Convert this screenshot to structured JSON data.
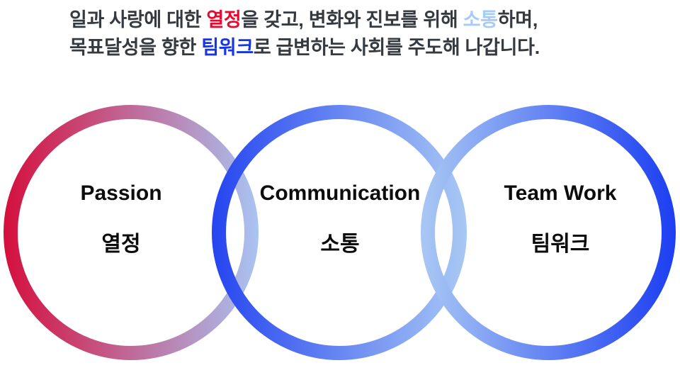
{
  "intro": {
    "line1": [
      "일과 사랑에 대한 ",
      "열정",
      "을 갖고, 변화와 진보를 위해 ",
      "소통",
      "하며,"
    ],
    "line2": [
      "목표달성을 향한 ",
      "팀워크",
      "로 급변하는 사회를 주도해 나갑니다."
    ]
  },
  "circles": [
    {
      "id": "passion",
      "title_en": "Passion",
      "title_ko": "열정"
    },
    {
      "id": "communication",
      "title_en": "Communication",
      "title_ko": "소통"
    },
    {
      "id": "teamwork",
      "title_en": "Team Work",
      "title_ko": "팀워크"
    }
  ],
  "colors": {
    "body_text": "#343a40",
    "passion_keyword": "#e60a2e",
    "communication_keyword": "#a6cbf6",
    "teamwork_keyword": "#1635e6",
    "label_text": "#0c0c0c",
    "page_bg": "#ffffff",
    "ring_passion_start": "#d50f3d",
    "ring_passion_end": "#a9c4f3",
    "ring_comm_start": "#2545f0",
    "ring_comm_end": "#a9c8f4",
    "ring_team_start": "#a9c8f4",
    "ring_team_end": "#1c3ef2"
  }
}
